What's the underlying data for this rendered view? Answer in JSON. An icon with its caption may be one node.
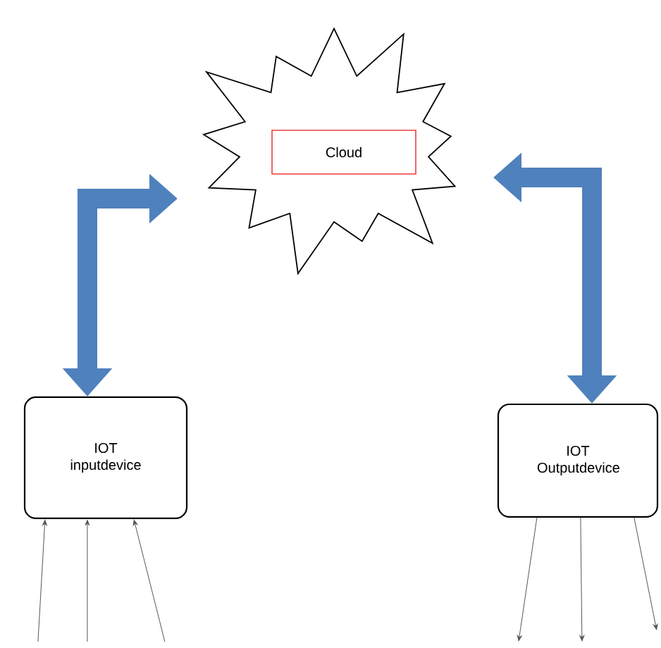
{
  "diagram": {
    "nodes": [
      {
        "text": [],
        "shape": "starburst"
      },
      {
        "text": [
          "Cloud"
        ],
        "in": 0
      },
      {
        "text": [
          "IOT inputdevice"
        ]
      },
      {
        "text": [
          "IOT Outputdevice"
        ]
      }
    ],
    "edges": [
      {
        "from": 0,
        "to": 2,
        "arrow": "both",
        "style": "thick",
        "color": "#4f81bd"
      },
      {
        "from": 0,
        "to": 3,
        "arrow": "both",
        "style": "thick",
        "color": "#4f81bd"
      },
      {
        "from": null,
        "to": 2,
        "arrow": "to"
      },
      {
        "from": null,
        "to": 2,
        "arrow": "to"
      },
      {
        "from": null,
        "to": 2,
        "arrow": "to"
      },
      {
        "from": 3,
        "to": null,
        "arrow": "to"
      },
      {
        "from": 3,
        "to": null,
        "arrow": "to"
      },
      {
        "from": 3,
        "to": null,
        "arrow": "to"
      }
    ]
  }
}
